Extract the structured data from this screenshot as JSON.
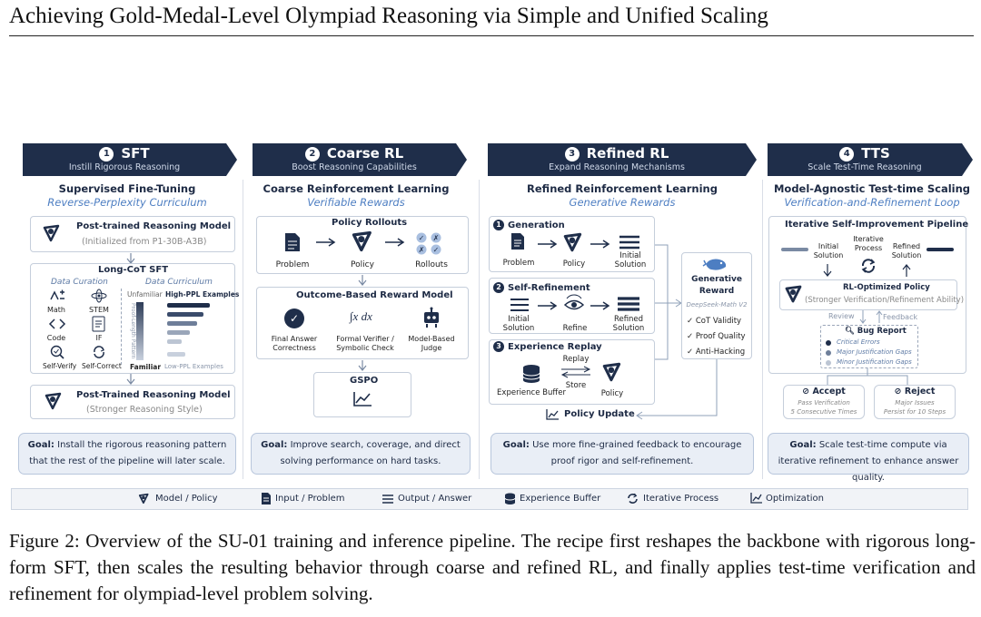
{
  "page_title": "Achieving Gold-Medal-Level Olympiad Reasoning via Simple and Unified Scaling",
  "stages": [
    {
      "num": "1",
      "name": "SFT",
      "sub": "Instill Rigorous Reasoning",
      "title": "Supervised Fine-Tuning",
      "subtitle": "Reverse-Perplexity Curriculum",
      "goal_label": "Goal:",
      "goal": " Install the rigorous reasoning pattern that the rest of the pipeline will later scale."
    },
    {
      "num": "2",
      "name": "Coarse RL",
      "sub": "Boost Reasoning Capabilities",
      "title": "Coarse Reinforcement Learning",
      "subtitle": "Verifiable Rewards",
      "goal_label": "Goal:",
      "goal": " Improve search, coverage, and direct solving performance on hard tasks."
    },
    {
      "num": "3",
      "name": "Refined RL",
      "sub": "Expand Reasoning Mechanisms",
      "title": "Refined Reinforcement Learning",
      "subtitle": "Generative Rewards",
      "goal_label": "Goal:",
      "goal": " Use more fine-grained feedback to encourage proof rigor and self-refinement."
    },
    {
      "num": "4",
      "name": "TTS",
      "sub": "Scale Test-Time Reasoning",
      "title": "Model-Agnostic Test-time Scaling",
      "subtitle": "Verification-and-Refinement Loop",
      "goal_label": "Goal:",
      "goal": " Scale test-time compute via iterative refinement to enhance answer quality."
    }
  ],
  "sft": {
    "model1": "Post-trained Reasoning Model",
    "model1_sub": "(Initialized from P1-30B-A3B)",
    "cot_title": "Long-CoT SFT",
    "data_curation": "Data Curation",
    "data_curriculum": "Data Curriculum",
    "items": [
      "Math",
      "STEM",
      "Code",
      "IF",
      "Self-Verify",
      "Self-Correct"
    ],
    "unfamiliar": "Unfamiliar",
    "high_ppl": "High-PPL Examples",
    "familiar": "Familiar",
    "low_ppl": "Low-PPL Examples",
    "axis": "Proof-Length Pattern",
    "model2": "Post-Trained Reasoning Model",
    "model2_sub": "(Stronger Reasoning Style)"
  },
  "coarse": {
    "rollouts_title": "Policy Rollouts",
    "problem": "Problem",
    "policy": "Policy",
    "rollouts": "Rollouts",
    "orm_title": "Outcome-Based Reward Model",
    "orm1": "Final Answer",
    "orm1b": "Correctness",
    "orm2": "Formal Verifier /",
    "orm2b": "Symbolic Check",
    "orm3": "Model-Based",
    "orm3b": "Judge",
    "integral": "∫x dx",
    "gspo": "GSPO"
  },
  "refined": {
    "gen_title": "Generation",
    "problem": "Problem",
    "policy": "Policy",
    "initial": "Initial",
    "solution": "Solution",
    "sr_title": "Self-Refinement",
    "refine": "Refine",
    "refined": "Refined",
    "er_title": "Experience Replay",
    "buffer": "Experience Buffer",
    "replay": "Replay",
    "store": "Store",
    "gr_title": "Generative",
    "gr_title2": "Reward",
    "gr_model": "DeepSeek-Math V2",
    "checks": [
      "✓ CoT Validity",
      "✓ Proof Quality",
      "✓ Anti-Hacking"
    ],
    "update": "Policy Update"
  },
  "tts": {
    "pipeline_title": "Iterative Self-Improvement Pipeline",
    "initial": "Initial",
    "solution": "Solution",
    "iterative": "Iterative",
    "process": "Process",
    "refined": "Refined",
    "policy_title": "RL-Optimized Policy",
    "policy_sub": "(Stronger Verification/Refinement Ability)",
    "review": "Review",
    "feedback": "Feedback",
    "bug": "Bug Report",
    "bugs": [
      "Critical Errors",
      "Major Justification Gaps",
      "Minor Justification Gaps"
    ],
    "accept": "Accept",
    "accept1": "Pass Verification",
    "accept2": "5 Consecutive Times",
    "reject": "Reject",
    "reject1": "Major Issues",
    "reject2": "Persist for 10 Steps"
  },
  "legend": [
    "Model / Policy",
    "Input / Problem",
    "Output / Answer",
    "Experience Buffer",
    "Iterative Process",
    "Optimization"
  ],
  "caption": "Figure 2: Overview of the SU-01 training and inference pipeline. The recipe first reshapes the backbone with rigorous long-form SFT, then scales the resulting behavior through coarse and refined RL, and finally applies test-time verification and refinement for olympiad-level problem solving.",
  "colors": {
    "navy": "#1f2e4a",
    "accent": "#4d7ec2",
    "goal_bg": "#e9eef6"
  }
}
